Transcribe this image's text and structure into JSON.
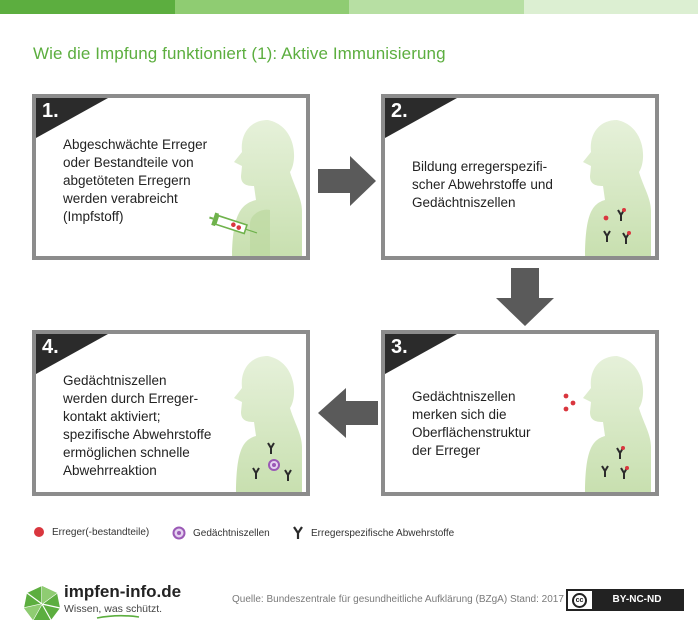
{
  "colors": {
    "title_green": "#5cae3f",
    "topbar": [
      "#5cae3f",
      "#8fcc72",
      "#b7dfa3",
      "#dcefd2"
    ],
    "body_green": "#cfe4b8",
    "pathogen_red": "#d9363e",
    "memory_purple": "#9b59b6",
    "antibody_dark": "#2b2b2b",
    "frame_gray": "#8c8c8c",
    "arrow_gray": "#5a5a5a"
  },
  "title": "Wie die Impfung funktioniert (1): Aktive Immunisierung",
  "panels": [
    {
      "number": "1.",
      "text": "Abgeschwächte Erreger\noder Bestandteile von\nabgetöteten Erregern\nwerden verabreicht\n(Impfstoff)"
    },
    {
      "number": "2.",
      "text": "Bildung erregerspezifi-\nscher Abwehrstoffe und\nGedächtniszellen"
    },
    {
      "number": "3.",
      "text": "Gedächtniszellen\nmerken sich die\nOberflächenstruktur\nder Erreger"
    },
    {
      "number": "4.",
      "text": "Gedächtniszellen\nwerden durch Erreger-\nkontakt aktiviert;\nspezifische Abwehrstoffe\nermöglichen schnelle\nAbwehrreaktion"
    }
  ],
  "legend": [
    {
      "icon": "pathogen-icon",
      "label": "Erreger(-bestandteile)"
    },
    {
      "icon": "memory-cell-icon",
      "label": "Gedächtniszellen"
    },
    {
      "icon": "antibody-icon",
      "label": "Erregerspezifische Abwehrstoffe"
    }
  ],
  "footer": {
    "brand": "impfen-info.de",
    "tagline": "Wissen, was schützt.",
    "source": "Quelle: Bundeszentrale für gesundheitliche Aufklärung (BZgA) Stand: 2017",
    "license_symbol": "cc",
    "license": "BY-NC-ND"
  }
}
